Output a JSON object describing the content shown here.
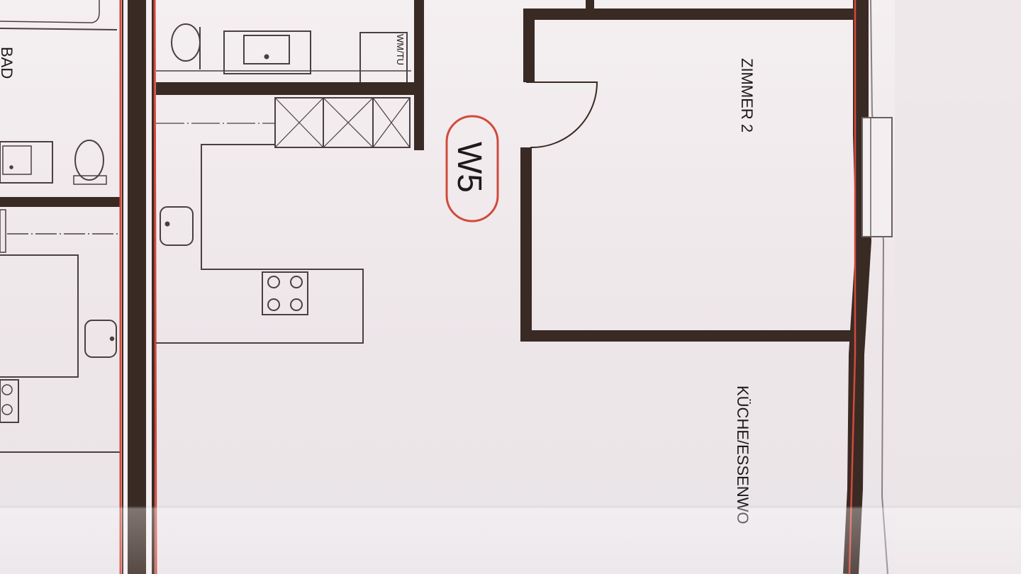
{
  "plan": {
    "unit_label": "W5",
    "rooms": {
      "bad": "BAD",
      "zimmer2": "ZIMMER 2",
      "kueche": "KÜCHE/ESSENWO",
      "wm_tu": "WM/TU"
    }
  },
  "colors": {
    "wall": "#3a2a24",
    "outline": "#d24a3c",
    "paper": "#f3eef0",
    "line": "#4a4040"
  }
}
